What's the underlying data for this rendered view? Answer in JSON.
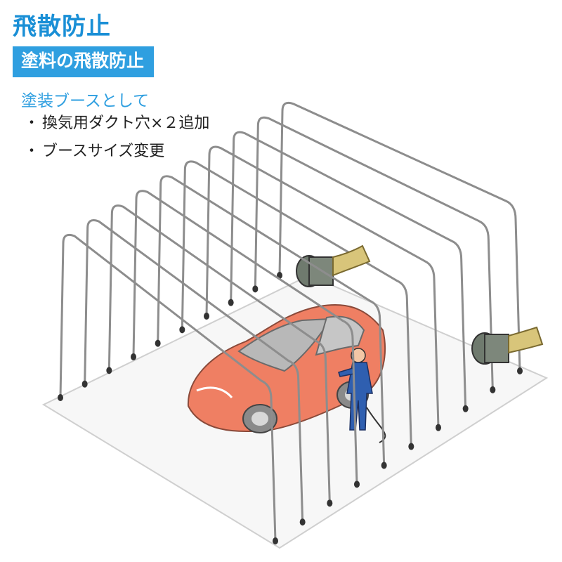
{
  "heading": "飛散防止",
  "badge": "塗料の飛散防止",
  "subtitle": "塗装ブースとして",
  "bullets": [
    "換気用ダクト穴×２追加",
    "ブースサイズ変更"
  ],
  "colors": {
    "heading": "#1a8fd6",
    "badge_bg": "#2f9fe0",
    "frame": "#8d8d8d",
    "car": "#ef7f63",
    "worker": "#2f5fb0",
    "fan": "#6f7a6e",
    "duct": "#d8c57a"
  },
  "illustration": {
    "frames": 10,
    "fans": 2,
    "icons": [
      "booth-frame-icon",
      "car-icon",
      "painter-icon",
      "fan-icon",
      "duct-icon"
    ]
  }
}
